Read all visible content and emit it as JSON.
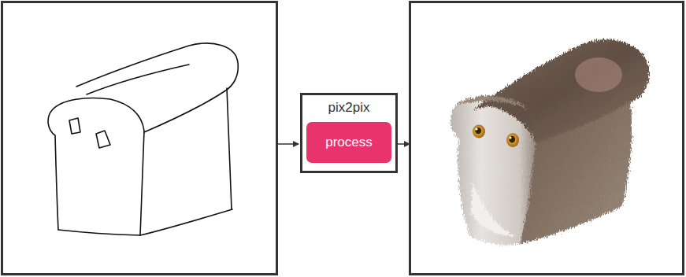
{
  "diagram": {
    "nodes": [
      {
        "text": [
          "pix2pix"
        ]
      },
      {
        "text": [
          "process"
        ],
        "in": 0
      }
    ]
  }
}
